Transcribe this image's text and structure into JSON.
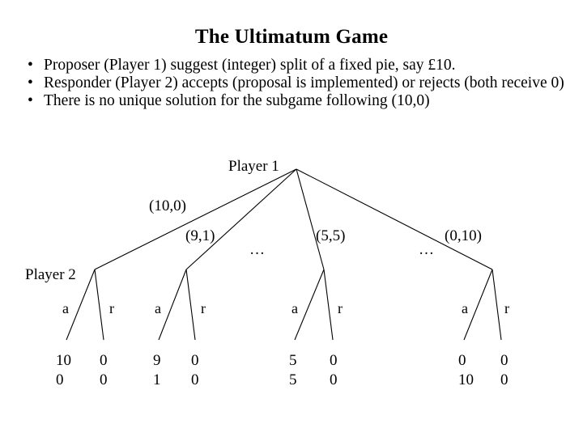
{
  "slide": {
    "title": "The Ultimatum Game",
    "bullets": [
      {
        "marker": "•",
        "text": "Proposer (Player 1) suggest (integer) split of a fixed pie, say £10."
      },
      {
        "marker": "•",
        "text": "Responder (Player 2) accepts (proposal is implemented) or rejects (both receive 0)"
      },
      {
        "marker": "•",
        "text": "There is no unique solution for the subgame following (10,0)"
      }
    ]
  },
  "tree": {
    "root_label": "Player 1",
    "second_level_label": "Player 2",
    "branch_labels": [
      "(10,0)",
      "(9,1)",
      "(5,5)",
      "(0,10)"
    ],
    "ellipses": [
      "…",
      "…"
    ],
    "action_labels": [
      "a",
      "r"
    ],
    "subgames": [
      {
        "offer": "(10,0)",
        "accept_payoff": {
          "p1": "10",
          "p2": "0"
        },
        "reject_payoff": {
          "p1": "0",
          "p2": "0"
        }
      },
      {
        "offer": "(9,1)",
        "accept_payoff": {
          "p1": "9",
          "p2": "1"
        },
        "reject_payoff": {
          "p1": "0",
          "p2": "0"
        }
      },
      {
        "offer": "(5,5)",
        "accept_payoff": {
          "p1": "5",
          "p2": "5"
        },
        "reject_payoff": {
          "p1": "0",
          "p2": "0"
        }
      },
      {
        "offer": "(0,10)",
        "accept_payoff": {
          "p1": "0",
          "p2": "10"
        },
        "reject_payoff": {
          "p1": "0",
          "p2": "0"
        }
      }
    ]
  },
  "colors": {
    "background": "#ffffff",
    "ink": "#000000"
  }
}
